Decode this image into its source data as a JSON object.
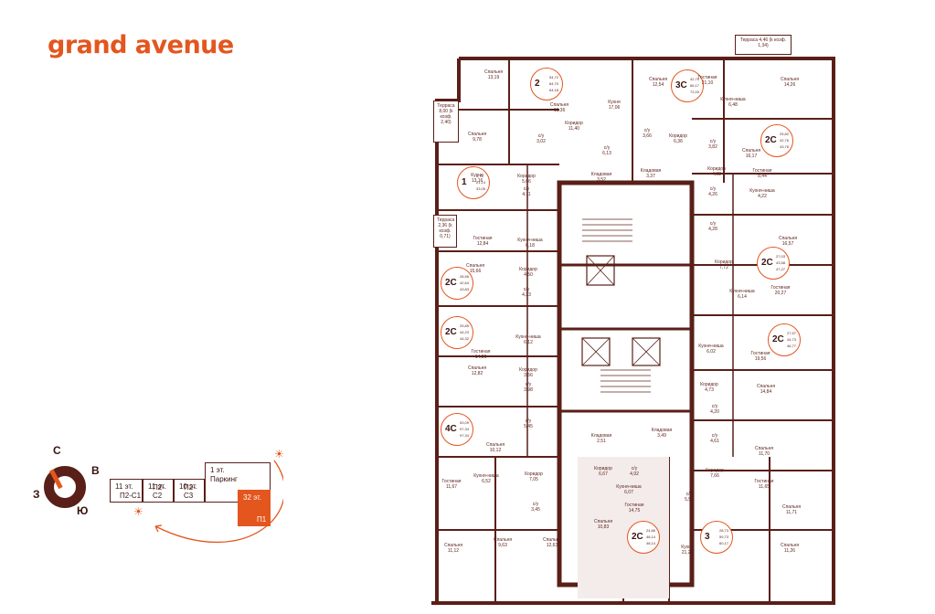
{
  "logo": "grand avenue",
  "compass": {
    "north": "С",
    "east": "В",
    "south": "Ю",
    "west": "З"
  },
  "scheme": {
    "segments": [
      {
        "top": "11 эт.",
        "bottom": "П2-С1"
      },
      {
        "top": "11 эт.",
        "bottom": "П2-С2"
      },
      {
        "top": "10 эт.",
        "bottom": "П2-С3"
      }
    ],
    "parking": {
      "top": "1 эт.",
      "label": "Паркинг"
    },
    "tower": {
      "top": "32 эт.",
      "bottom": "П1"
    }
  },
  "terraces": [
    {
      "text": "Терраса 4,46 (k коэф. 1,34)"
    },
    {
      "text": "Терраса 8,00 (k коэф. 2,40)"
    },
    {
      "text": "Терраса 2,36 (k коэф. 0,71)"
    }
  ],
  "apartments": [
    {
      "type": "2",
      "values": [
        "54,72",
        "84,70",
        "64,18"
      ]
    },
    {
      "type": "3С",
      "values": [
        "42,75",
        "66,17",
        "72,00"
      ]
    },
    {
      "type": "2С",
      "values": [
        "25,82",
        "42,76",
        "43,76"
      ]
    },
    {
      "type": "1",
      "values": [
        "6,78",
        "21,14",
        "33,05"
      ]
    },
    {
      "type": "2С",
      "values": [
        "27,03",
        "43,58",
        "47,27"
      ]
    },
    {
      "type": "2С",
      "values": [
        "28,56",
        "42,64",
        "43,83"
      ]
    },
    {
      "type": "2С",
      "values": [
        "25,85",
        "44,23",
        "44,32"
      ]
    },
    {
      "type": "2С",
      "values": [
        "27,57",
        "44,73",
        "46,77"
      ]
    },
    {
      "type": "4С",
      "values": [
        "53,09",
        "97,34",
        "97,34"
      ]
    },
    {
      "type": "2С",
      "values": [
        "24,86",
        "48,14",
        "48,14"
      ]
    },
    {
      "type": "3",
      "values": [
        "28,73",
        "59,73",
        "60,17"
      ]
    }
  ],
  "rooms": [
    {
      "name": "Спальня",
      "area": "13,19"
    },
    {
      "name": "Спальня",
      "area": "13,36"
    },
    {
      "name": "Кухня",
      "area": "17,06"
    },
    {
      "name": "Спальня",
      "area": "12,54"
    },
    {
      "name": "Гостиная",
      "area": "21,10"
    },
    {
      "name": "Спальня",
      "area": "14,26"
    },
    {
      "name": "Кухня-ниша",
      "area": "6,48"
    },
    {
      "name": "Коридор",
      "area": "11,40"
    },
    {
      "name": "Спальня",
      "area": "9,78"
    },
    {
      "name": "с/у",
      "area": "3,02"
    },
    {
      "name": "с/у",
      "area": "6,13"
    },
    {
      "name": "с/у",
      "area": "3,66"
    },
    {
      "name": "Коридор",
      "area": "6,36"
    },
    {
      "name": "с/у",
      "area": "3,82"
    },
    {
      "name": "Спальня",
      "area": "16,17"
    },
    {
      "name": "Кухня",
      "area": "13,16"
    },
    {
      "name": "Кладовая",
      "area": "3,52"
    },
    {
      "name": "Кладовая",
      "area": "3,37"
    },
    {
      "name": "Коридор",
      "area": "4,08"
    },
    {
      "name": "Гостиная",
      "area": "8,44"
    },
    {
      "name": "Коридор",
      "area": "5,06"
    },
    {
      "name": "с/у",
      "area": "4,11"
    },
    {
      "name": "с/у",
      "area": "4,26"
    },
    {
      "name": "Кухня-ниша",
      "area": "4,22"
    },
    {
      "name": "Гостиная",
      "area": "12,84"
    },
    {
      "name": "Кухня-ниша",
      "area": "6,18"
    },
    {
      "name": "с/у",
      "area": "4,28"
    },
    {
      "name": "Спальня",
      "area": "16,57"
    },
    {
      "name": "Спальня",
      "area": "15,66"
    },
    {
      "name": "Коридор",
      "area": "4,50"
    },
    {
      "name": "Коридор",
      "area": "7,72"
    },
    {
      "name": "с/у",
      "area": "4,23"
    },
    {
      "name": "Кухня-ниша",
      "area": "6,14"
    },
    {
      "name": "Гостиная",
      "area": "20,27"
    },
    {
      "name": "Кухня-ниша",
      "area": "6,12"
    },
    {
      "name": "Гостиная",
      "area": "14,96"
    },
    {
      "name": "Кухня-ниша",
      "area": "6,02"
    },
    {
      "name": "Гостиная",
      "area": "19,56"
    },
    {
      "name": "Спальня",
      "area": "12,82"
    },
    {
      "name": "Коридор",
      "area": "3,56"
    },
    {
      "name": "с/у",
      "area": "3,98"
    },
    {
      "name": "Коридор",
      "area": "4,73"
    },
    {
      "name": "Спальня",
      "area": "14,84"
    },
    {
      "name": "с/у",
      "area": "4,20"
    },
    {
      "name": "с/у",
      "area": "5,45"
    },
    {
      "name": "Кладовая",
      "area": "3,49"
    },
    {
      "name": "Спальня",
      "area": "10,12"
    },
    {
      "name": "Кладовая",
      "area": "2,51"
    },
    {
      "name": "с/у",
      "area": "4,61"
    },
    {
      "name": "Спальня",
      "area": "11,70"
    },
    {
      "name": "Гостиная",
      "area": "11,67"
    },
    {
      "name": "Кухня-ниша",
      "area": "6,52"
    },
    {
      "name": "Коридор",
      "area": "7,05"
    },
    {
      "name": "Коридор",
      "area": "6,67"
    },
    {
      "name": "с/у",
      "area": "4,92"
    },
    {
      "name": "Коридор",
      "area": "7,66"
    },
    {
      "name": "Гостиная",
      "area": "11,65"
    },
    {
      "name": "с/у",
      "area": "3,45"
    },
    {
      "name": "Кухня-ниша",
      "area": "6,07"
    },
    {
      "name": "Гостиная",
      "area": "14,75"
    },
    {
      "name": "с/у",
      "area": "5,51"
    },
    {
      "name": "Спальня",
      "area": "11,71"
    },
    {
      "name": "Спальня",
      "area": "11,12"
    },
    {
      "name": "Спальня",
      "area": "9,63"
    },
    {
      "name": "Спальня",
      "area": "12,63"
    },
    {
      "name": "Спальня",
      "area": "10,83"
    },
    {
      "name": "Кухня",
      "area": "21,27"
    },
    {
      "name": "Спальня",
      "area": "11,26"
    }
  ],
  "colors": {
    "accent": "#e3561e",
    "wall": "#5a1f18",
    "hatch": "#8a5c55"
  }
}
